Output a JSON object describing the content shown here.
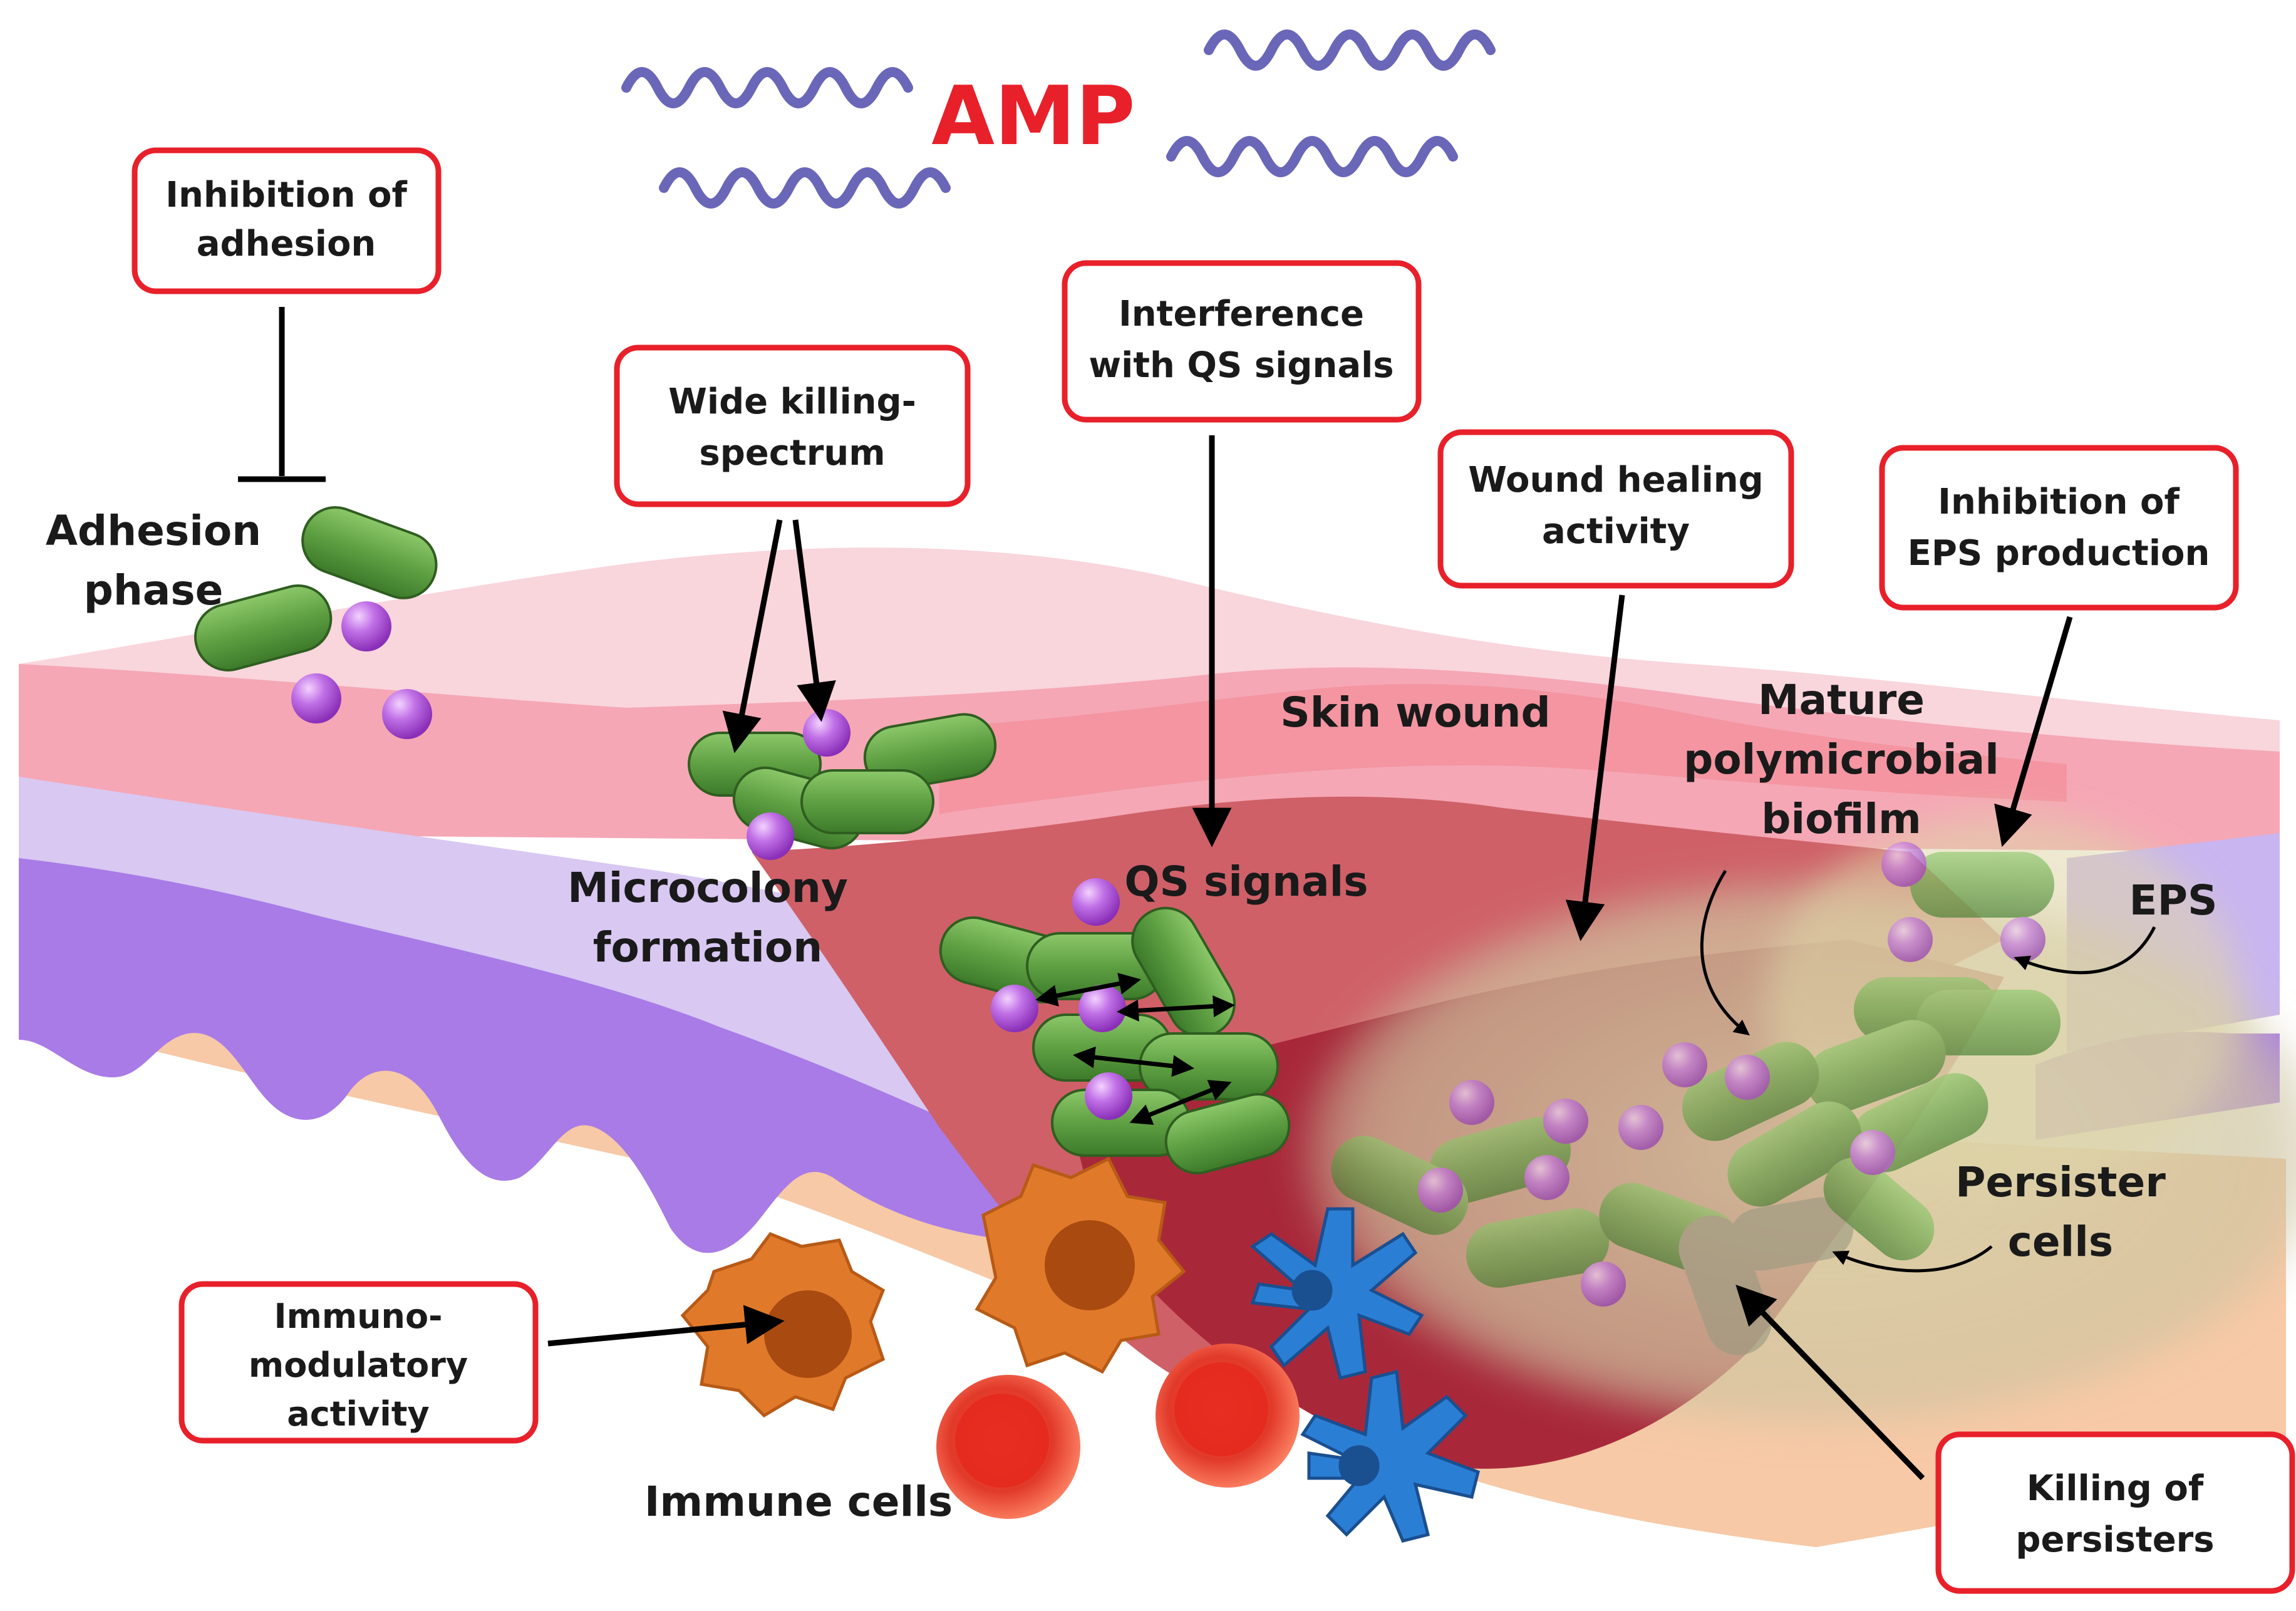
{
  "title": "AMP",
  "boxes": {
    "adhesion_inhibition": [
      "Inhibition of",
      "adhesion"
    ],
    "wide_killing": [
      "Wide killing-",
      "spectrum"
    ],
    "qs_interference": [
      "Interference",
      "with QS signals"
    ],
    "wound_healing": [
      "Wound healing",
      "activity"
    ],
    "eps_inhibition": [
      "Inhibition of",
      "EPS production"
    ],
    "immunomodulatory": [
      "Immuno-",
      "modulatory",
      "activity"
    ],
    "persister_killing": [
      "Killing of",
      "persisters"
    ]
  },
  "labels": {
    "adhesion_phase": [
      "Adhesion",
      "phase"
    ],
    "microcolony": [
      "Microcolony",
      "formation"
    ],
    "skin_wound": [
      "Skin wound"
    ],
    "qs_signals": [
      "QS signals"
    ],
    "mature_biofilm": [
      "Mature",
      "polymicrobial",
      "biofilm"
    ],
    "eps": [
      "EPS"
    ],
    "persister_cells": [
      "Persister",
      "cells"
    ],
    "immune_cells": [
      "Immune cells"
    ]
  },
  "colors": {
    "box_border": "#e8202a",
    "amp_text": "#e8202a",
    "helix": "#6a66b8",
    "bacteria": "#5fa043",
    "particle": "#b05ad8",
    "macrophage": "#e07a2a",
    "red_cell": "#e8352a",
    "dendritic": "#2a7fd4",
    "wound": "#c43a4a",
    "epidermis": "#9a6fe0",
    "dermis": "#f5c6a4"
  }
}
